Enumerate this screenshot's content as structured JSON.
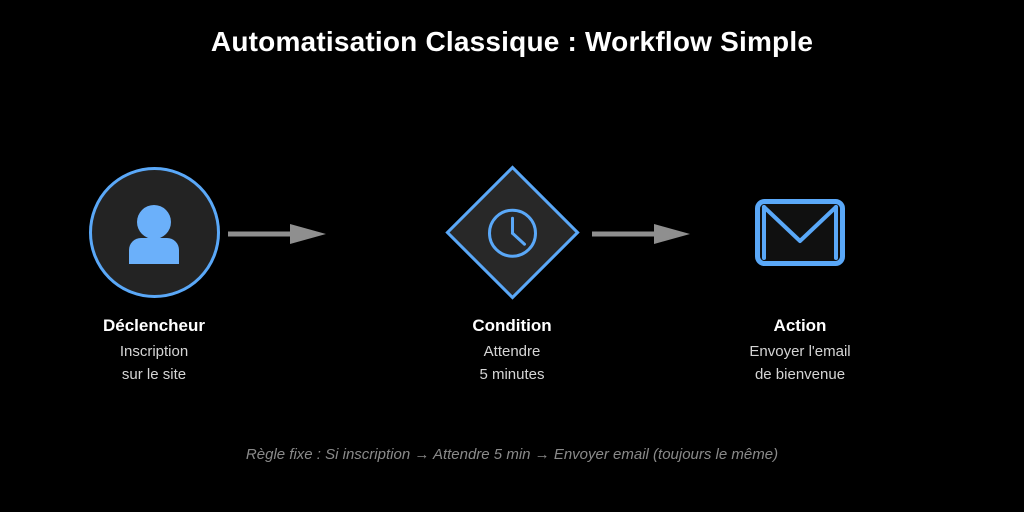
{
  "slide": {
    "title": "Automatisation Classique : Workflow Simple",
    "background_color": "#000000",
    "footer": "Règle fixe : Si inscription → Attendre 5 min → Envoyer email (toujours le même)"
  },
  "colors": {
    "accent_blue": "#5aa8f8",
    "icon_blue": "#6bb0fa",
    "node_fill": "#232323",
    "arrow_gray": "#8f8f8f",
    "title_text": "#ffffff",
    "caption_title_text": "#ffffff",
    "caption_body_text": "#d5d5d5",
    "footer_text": "#8a8a8a"
  },
  "nodes": [
    {
      "id": "trigger",
      "shape": "circle",
      "icon": "person-icon",
      "title": "Déclencheur",
      "lines": [
        "Inscription",
        "sur le site"
      ]
    },
    {
      "id": "condition",
      "shape": "diamond",
      "icon": "clock-icon",
      "title": "Condition",
      "lines": [
        "Attendre",
        "5 minutes"
      ]
    },
    {
      "id": "action",
      "shape": "envelope",
      "icon": "envelope-icon",
      "title": "Action",
      "lines": [
        "Envoyer l'email",
        "de bienvenue"
      ]
    }
  ],
  "arrows": [
    {
      "id": "arrow-1",
      "from": "trigger",
      "to": "condition",
      "direction": "right"
    },
    {
      "id": "arrow-2",
      "from": "condition",
      "to": "action",
      "direction": "right"
    }
  ]
}
